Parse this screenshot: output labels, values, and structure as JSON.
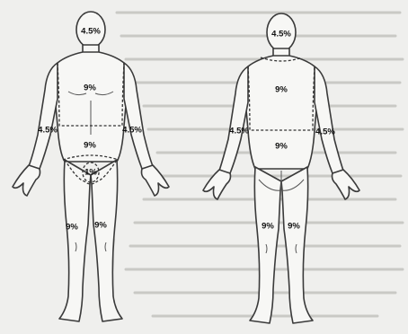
{
  "front": {
    "head": "4.5%",
    "chest": "9%",
    "right_arm": "4.5%",
    "left_arm": "4.5%",
    "abdomen": "9%",
    "groin": "1%",
    "right_leg": "9%",
    "left_leg": "9%"
  },
  "back": {
    "head": "4.5%",
    "upper_back": "9%",
    "right_arm": "4.5%",
    "left_arm": "4.5%",
    "lower_back": "9%",
    "right_leg": "9%",
    "left_leg": "9%"
  },
  "colors": {
    "background": "#efefed",
    "outline": "#3a3a3a",
    "label": "#111111"
  }
}
